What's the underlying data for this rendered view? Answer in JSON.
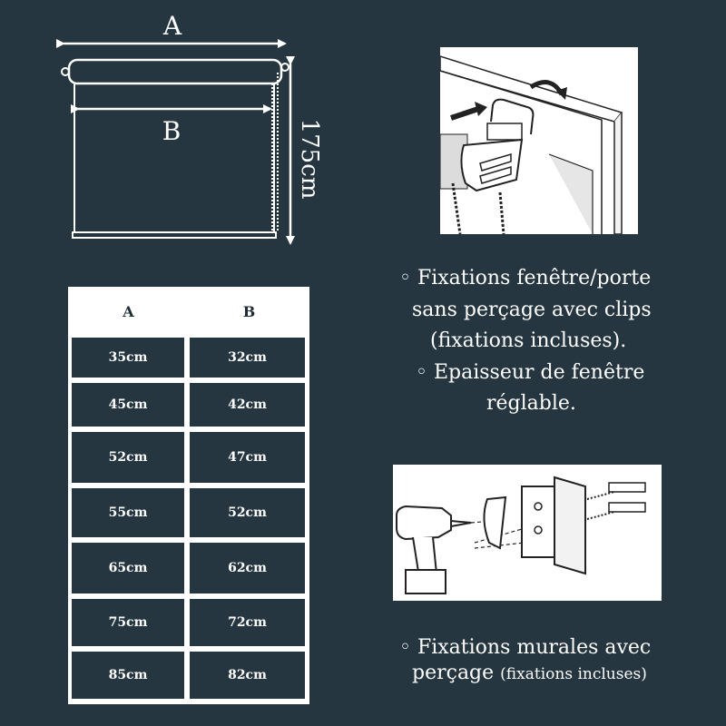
{
  "diagram": {
    "width_label": "A",
    "fabric_label": "B",
    "height_label": "175cm"
  },
  "size_table": {
    "headers": [
      "A",
      "B"
    ],
    "rows": [
      [
        "35cm",
        "32cm"
      ],
      [
        "45cm",
        "42cm"
      ],
      [
        "52cm",
        "47cm"
      ],
      [
        "55cm",
        "52cm"
      ],
      [
        "65cm",
        "62cm"
      ],
      [
        "75cm",
        "72cm"
      ],
      [
        "85cm",
        "82cm"
      ]
    ]
  },
  "info_clips": {
    "lines": [
      "◦ Fixations fenêtre/porte",
      "sans perçage avec clips",
      "(fixations incluses).",
      "◦ Epaisseur de fenêtre",
      "réglable."
    ]
  },
  "info_wall": {
    "line1": "◦ Fixations murales avec",
    "line2_main": "perçage",
    "line2_small": "(fixations incluses)"
  },
  "colors": {
    "background": "#253640",
    "foreground": "#ffffff"
  },
  "icons": [
    "clip-mount-illustration",
    "drill-wall-mount-illustration"
  ]
}
